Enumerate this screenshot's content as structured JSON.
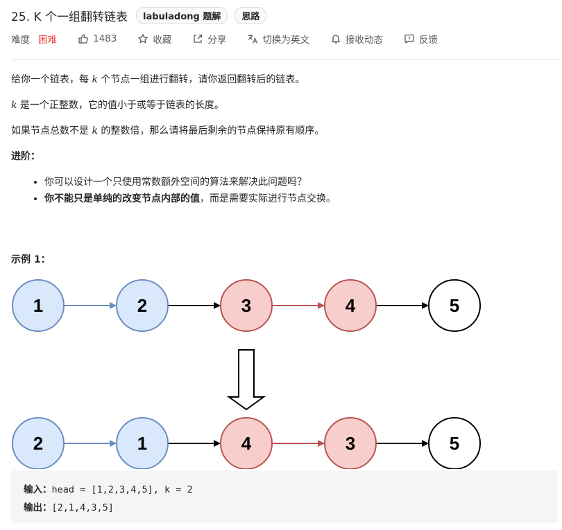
{
  "problem": {
    "title": "25. K 个一组翻转链表",
    "tags": [
      "labuladong 题解",
      "思路"
    ]
  },
  "meta": {
    "difficulty_label": "难度",
    "difficulty_value": "困难",
    "likes": "1483",
    "favorite": "收藏",
    "share": "分享",
    "translate": "切换为英文",
    "notify": "接收动态",
    "feedback": "反馈"
  },
  "description": {
    "p1_a": "给你一个链表，每 ",
    "p1_k": "k",
    "p1_b": " 个节点一组进行翻转，请你返回翻转后的链表。",
    "p2_k": "k",
    "p2_b": " 是一个正整数，它的值小于或等于链表的长度。",
    "p3_a": "如果节点总数不是 ",
    "p3_k": "k",
    "p3_b": " 的整数倍，那么请将最后剩余的节点保持原有顺序。",
    "advanced_title": "进阶：",
    "adv1": "你可以设计一个只使用常数额外空间的算法来解决此问题吗？",
    "adv2_bold": "你不能只是单纯的改变节点内部的值",
    "adv2_rest": "，而是需要实际进行节点交换。"
  },
  "example": {
    "title": "示例 1：",
    "before": [
      "1",
      "2",
      "3",
      "4",
      "5"
    ],
    "after": [
      "2",
      "1",
      "4",
      "3",
      "5"
    ],
    "input_label": "输入：",
    "input_value": "head = [1,2,3,4,5], k = 2",
    "output_label": "输出：",
    "output_value": "[2,1,4,3,5]"
  },
  "colors": {
    "blue_fill": "#dae8fc",
    "blue_stroke": "#6c8ebf",
    "red_fill": "#f8cecc",
    "red_stroke": "#b85450",
    "white_fill": "#ffffff",
    "black_stroke": "#000000"
  }
}
